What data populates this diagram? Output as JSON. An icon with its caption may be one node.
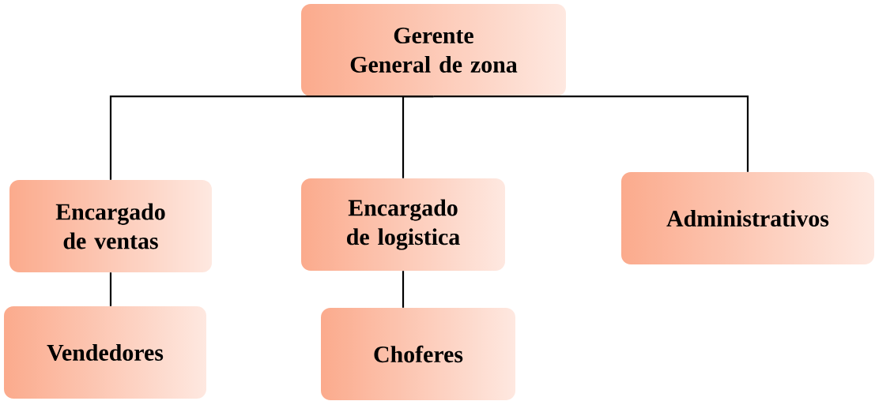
{
  "diagram": {
    "nodes": [
      {
        "text": [
          "Gerente General de zona"
        ]
      },
      {
        "text": [
          "Encargado de ventas"
        ]
      },
      {
        "text": [
          "Encargado de logistica"
        ]
      },
      {
        "text": [
          "Administrativos"
        ]
      },
      {
        "text": [
          "Vendedores"
        ]
      },
      {
        "text": [
          "Choferes"
        ]
      }
    ],
    "edges": [
      {
        "from": 0,
        "to": 1,
        "arrow": "none"
      },
      {
        "from": 0,
        "to": 2,
        "arrow": "none"
      },
      {
        "from": 0,
        "to": 3,
        "arrow": "none"
      },
      {
        "from": 1,
        "to": 4,
        "arrow": "none"
      },
      {
        "from": 2,
        "to": 5,
        "arrow": "none"
      }
    ]
  }
}
